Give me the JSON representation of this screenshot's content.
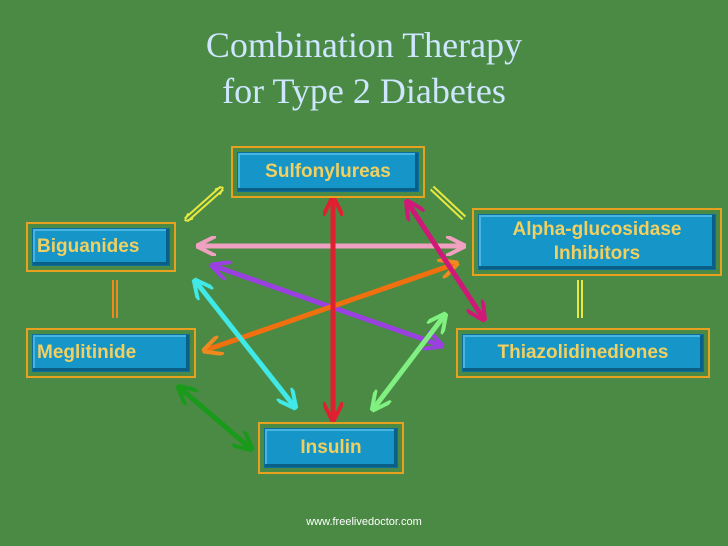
{
  "title": {
    "line1": "Combination Therapy",
    "line2": "for Type 2 Diabetes"
  },
  "nodes": {
    "sulfonylureas": "Sulfonylureas",
    "biguanides": "Biguanides",
    "alpha_glucosidase": "Alpha-glucosidase\nInhibitors",
    "meglitinide": "Meglitinide",
    "thiazolidinediones": "Thiazolidinediones",
    "insulin": "Insulin"
  },
  "footer": "www.freelivedoctor.com",
  "colors": {
    "background": "#4a8a44",
    "title": "#cfe6ff",
    "box_fill": "#1595c8",
    "box_border": "#e8a020",
    "box_text": "#f0d060"
  }
}
